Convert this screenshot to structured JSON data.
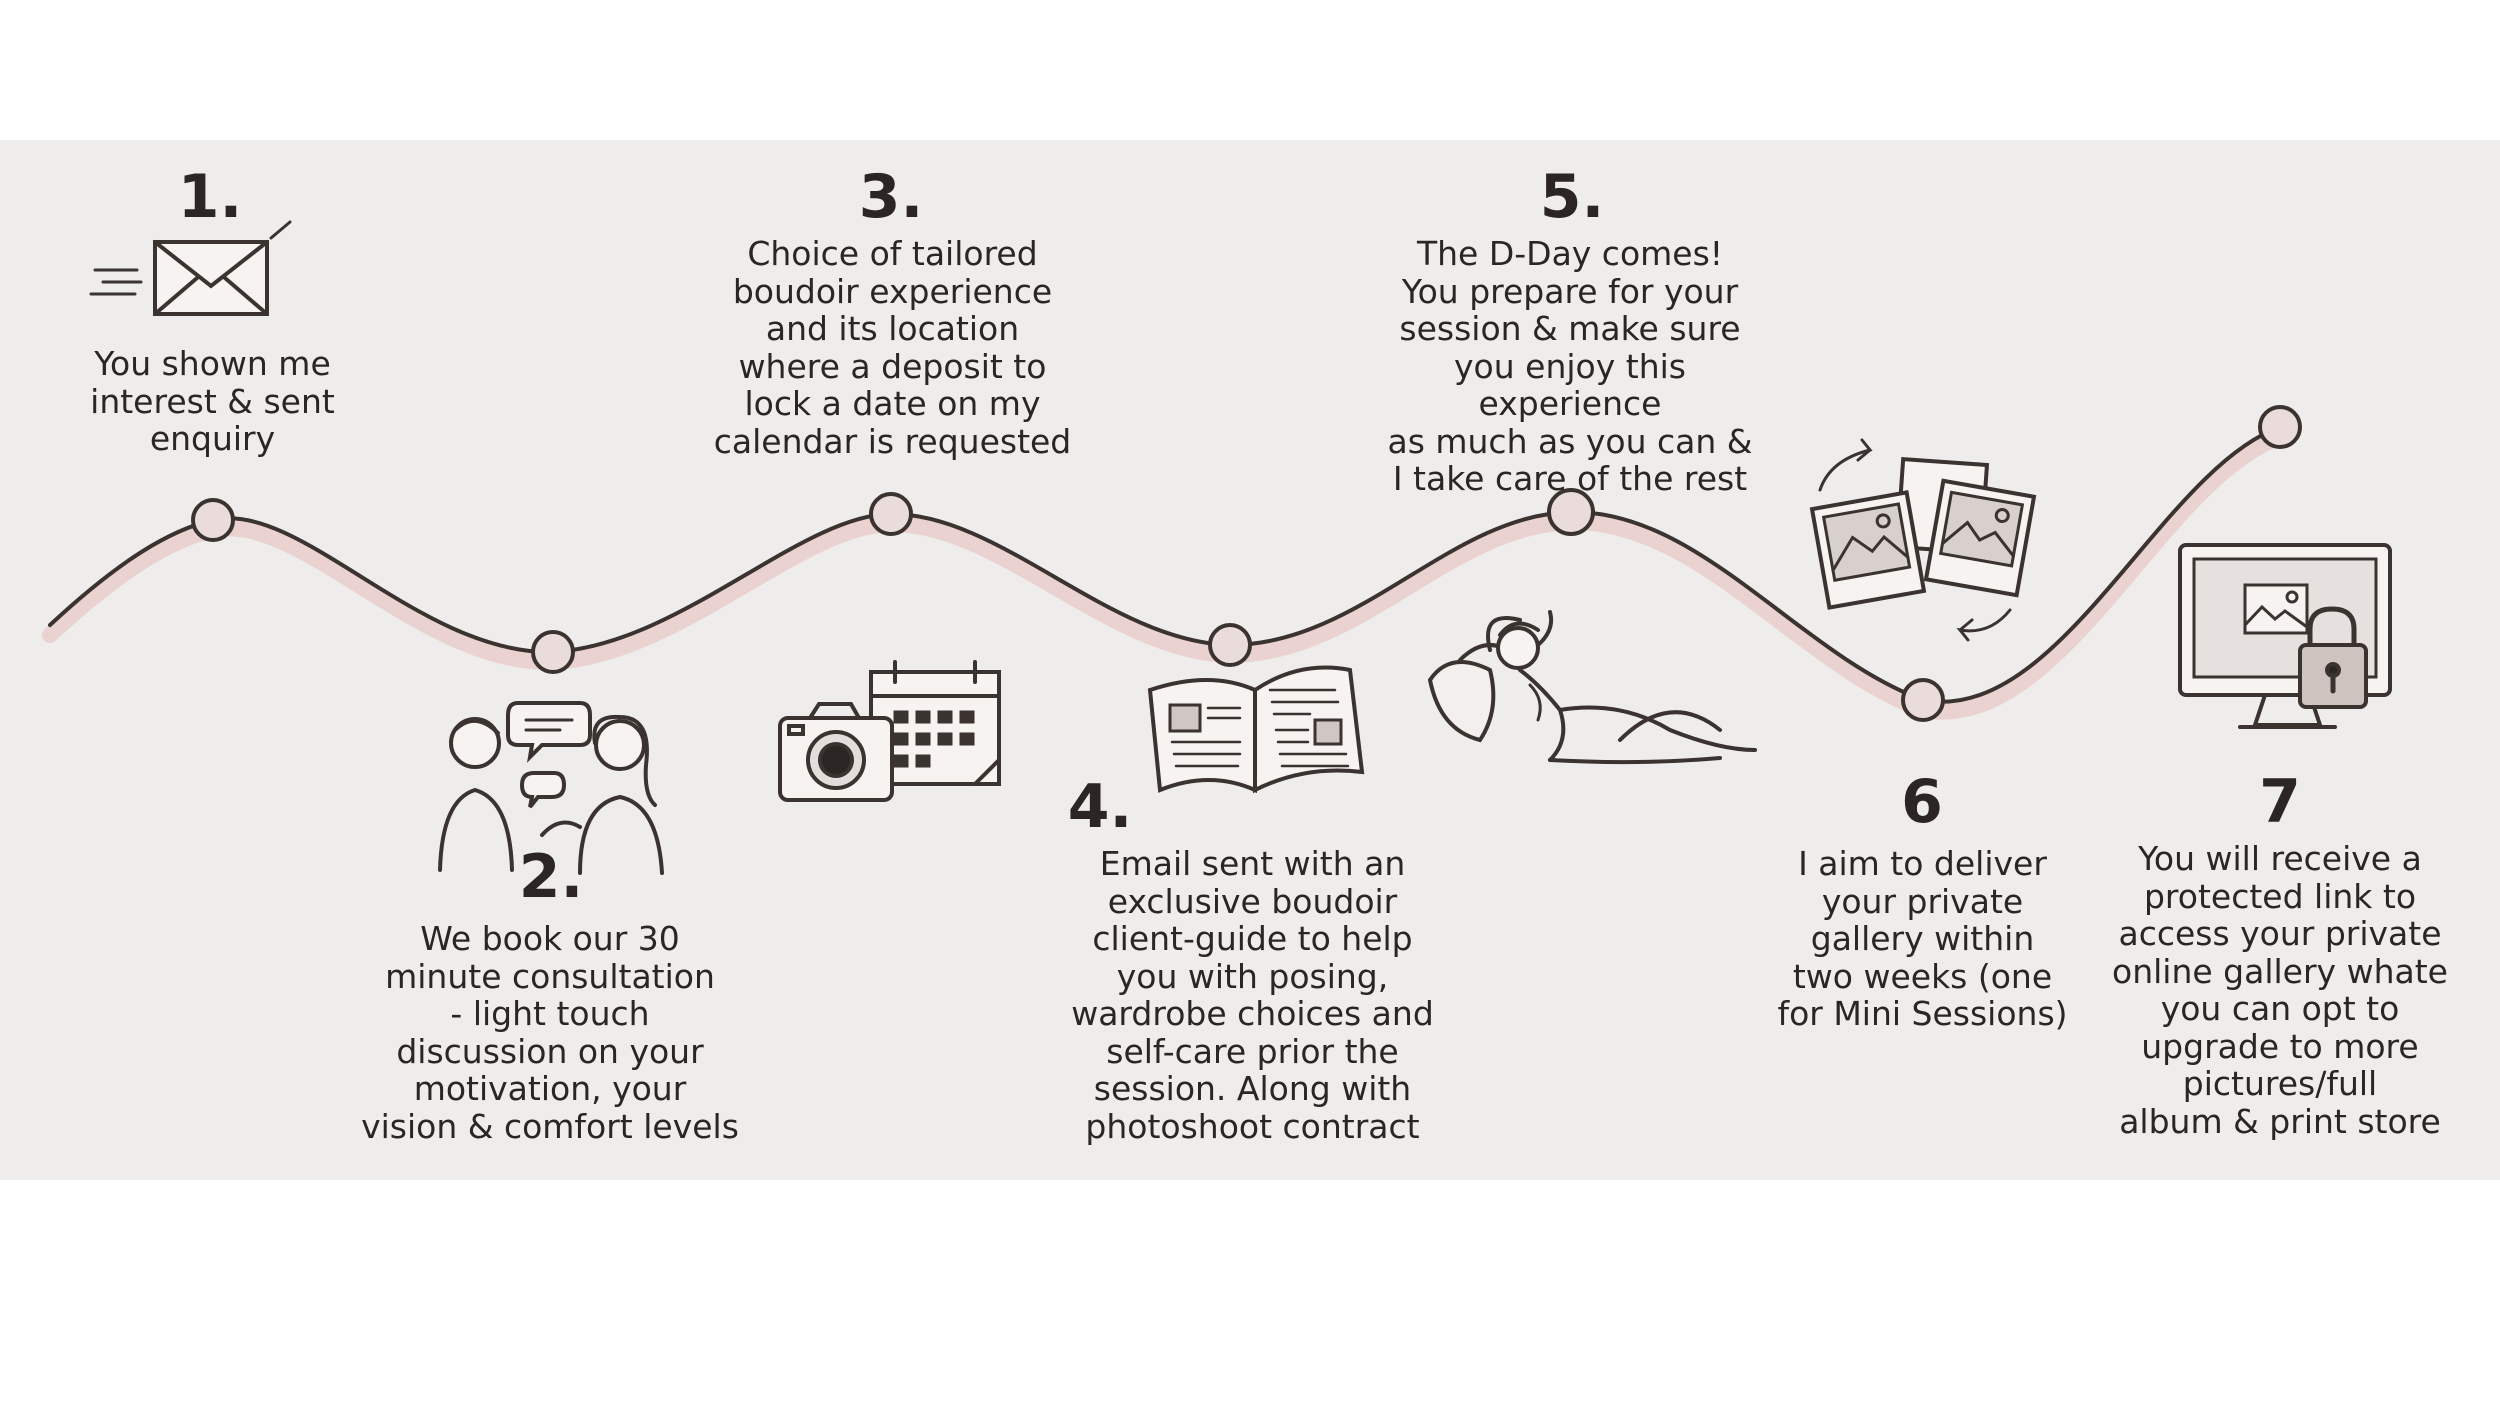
{
  "steps": [
    {
      "number": "1.",
      "text": "You shown me\ninterest & sent\nenquiry",
      "icon": "envelope-icon"
    },
    {
      "number": "2.",
      "text": "We book our 30\nminute consultation\n- light touch\ndiscussion on your\nmotivation, your\nvision & comfort levels",
      "icon": "conversation-icon"
    },
    {
      "number": "3.",
      "text": "Choice of tailored\nboudoir experience\nand its location\nwhere a deposit to\nlock a date on my\ncalendar is requested",
      "icon": "camera-calendar-icon"
    },
    {
      "number": "4.",
      "text": "Email sent with an\nexclusive boudoir\nclient-guide to help\nyou with posing,\nwardrobe choices and\nself-care prior the\nsession. Along with\nphotoshoot contract",
      "icon": "open-book-icon"
    },
    {
      "number": "5.",
      "text": "The D-Day comes!\nYou prepare for your\nsession & make sure\nyou enjoy this experience\nas much as you can &\nI take care of the rest",
      "icon": "reclining-woman-icon"
    },
    {
      "number": "6",
      "text": "I aim to deliver\nyour private\ngallery within\ntwo weeks (one\nfor Mini Sessions)",
      "icon": "photo-prints-icon"
    },
    {
      "number": "7",
      "text": "You will receive a\nprotected link to\naccess your private\nonline gallery whate\nyou can opt to\nupgrade to more\npictures/full\nalbum & print store",
      "icon": "locked-monitor-icon"
    }
  ],
  "colors": {
    "panel_bg": "#efedeb",
    "line": "#3a3330",
    "line_shadow": "#e7c6c3",
    "node_fill": "#e9dcda",
    "ink": "#2b2523"
  }
}
